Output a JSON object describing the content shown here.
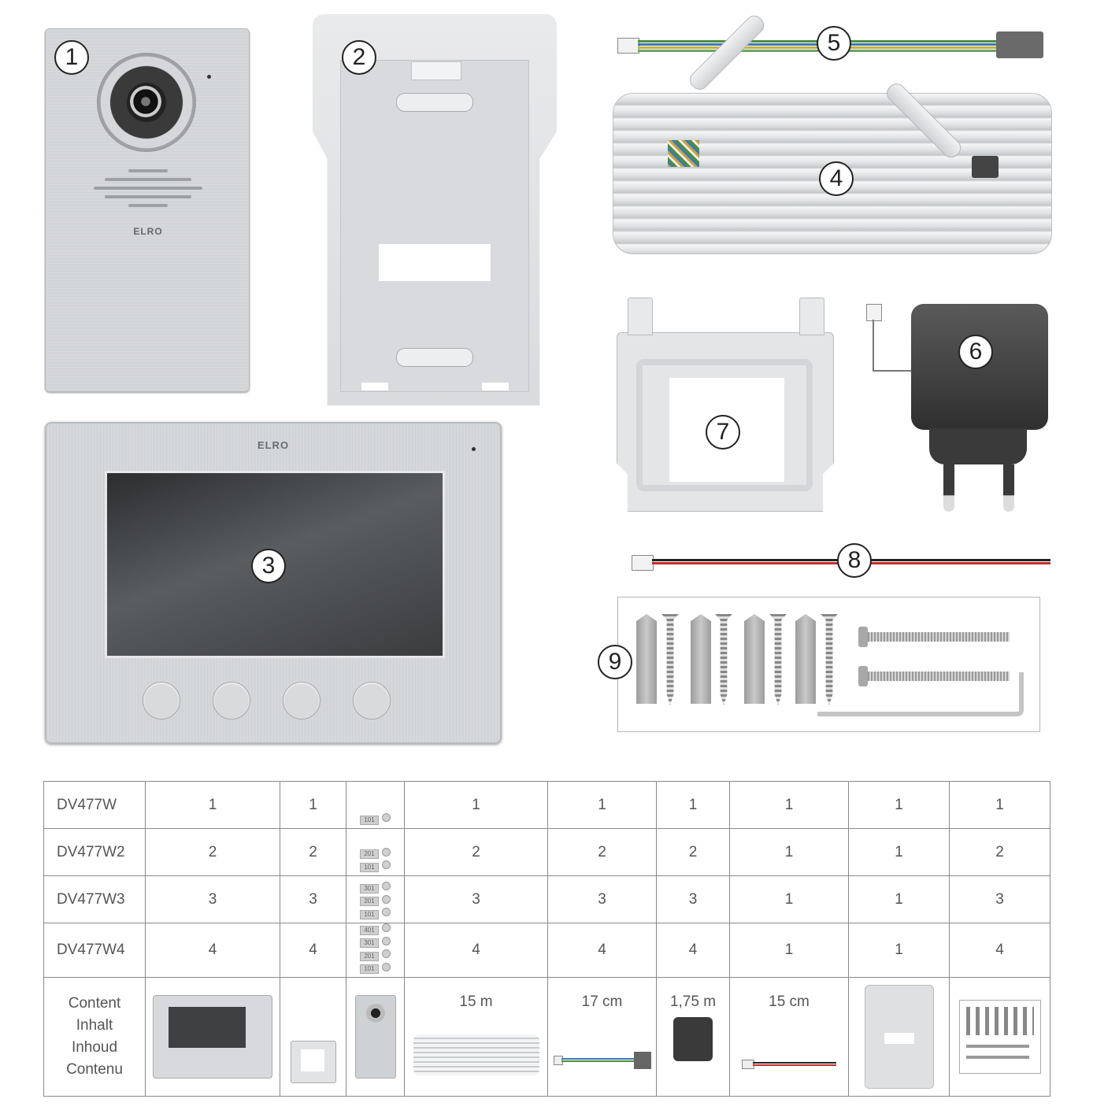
{
  "callouts": {
    "n1": "1",
    "n2": "2",
    "n3": "3",
    "n4": "4",
    "n5": "5",
    "n6": "6",
    "n7": "7",
    "n8": "8",
    "n9": "9"
  },
  "brand": "ELRO",
  "table": {
    "rows": [
      {
        "model": "DV477W",
        "qty": [
          "1",
          "1",
          "1",
          "1",
          "1",
          "1",
          "1",
          "1"
        ],
        "ids": [
          "101"
        ]
      },
      {
        "model": "DV477W2",
        "qty": [
          "2",
          "2",
          "2",
          "2",
          "2",
          "1",
          "1",
          "2"
        ],
        "ids": [
          "201",
          "101"
        ]
      },
      {
        "model": "DV477W3",
        "qty": [
          "3",
          "3",
          "3",
          "3",
          "3",
          "1",
          "1",
          "3"
        ],
        "ids": [
          "301",
          "201",
          "101"
        ]
      },
      {
        "model": "DV477W4",
        "qty": [
          "4",
          "4",
          "4",
          "4",
          "4",
          "1",
          "1",
          "4"
        ],
        "ids": [
          "401",
          "301",
          "201",
          "101"
        ]
      }
    ],
    "content_label": [
      "Content",
      "Inhalt",
      "Inhoud",
      "Contenu"
    ],
    "lengths": {
      "cable": "15 m",
      "short_cable": "17 cm",
      "adapter": "1,75 m",
      "power_cable": "15 cm"
    }
  },
  "colors": {
    "brushed": "#cfd2d5",
    "screen": "#3a3c3e",
    "adapter": "#3d3d3d",
    "plastic": "#e3e4e6"
  }
}
